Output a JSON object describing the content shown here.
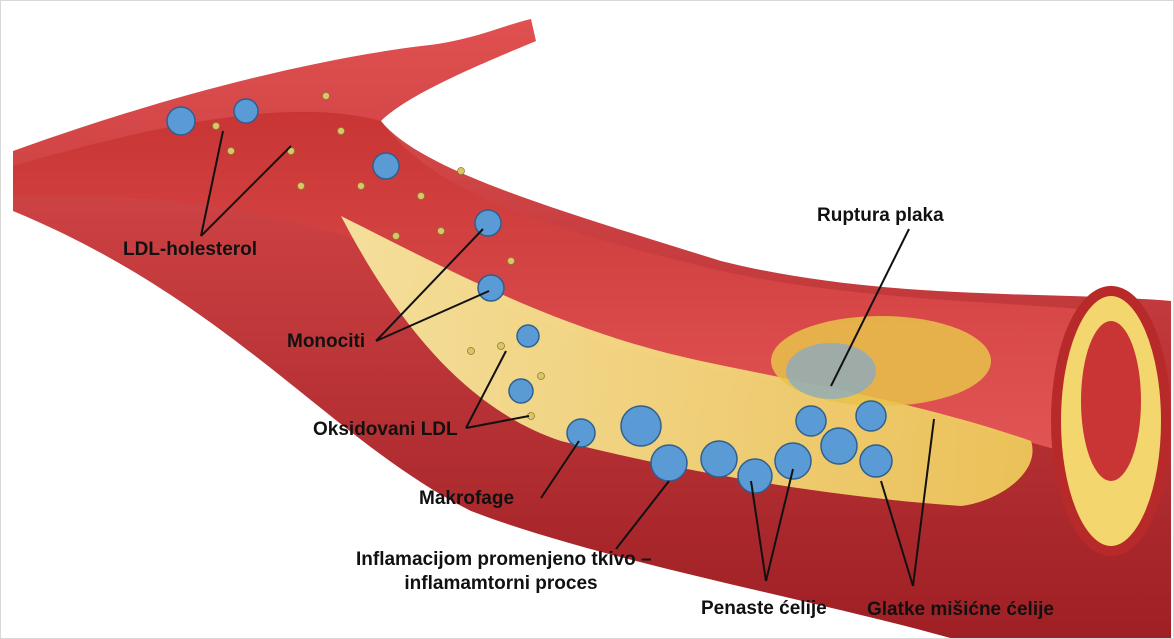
{
  "labels": {
    "ldl": "LDL-holesterol",
    "monocytes": "Monociti",
    "oxidized": "Oksidovani LDL",
    "macrophages": "Makrofage",
    "inflamed_line1": "Inflamacijom promenjeno tkivo –",
    "inflamed_line2": "inflamamtorni proces",
    "foam": "Penaste ćelije",
    "smooth": "Glatke mišićne ćelije",
    "rupture": "Ruptura plaka"
  },
  "colors": {
    "vessel_wall": "#b82a2a",
    "lumen": "#d63b3b",
    "plaque": "#f2d26a",
    "cell": "#5b9bd5",
    "ldl_particle": "#d8c76a",
    "leader_line": "#111111"
  }
}
